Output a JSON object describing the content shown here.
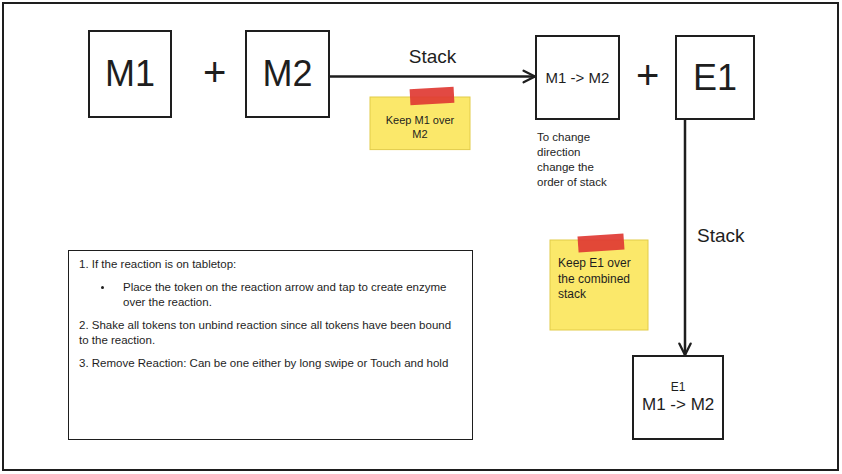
{
  "diagram": {
    "nodes": [
      {
        "text": [
          "M1"
        ]
      },
      {
        "text": [
          "M2"
        ]
      },
      {
        "text": [
          "Keep M1 over M2"
        ]
      },
      {
        "text": [
          "M1 -> M2"
        ]
      },
      {
        "text": [
          "E1"
        ]
      },
      {
        "text": [
          "1. If the reaction is on tabletop:",
          "Place the token on the reaction arrow and tap to create enzyme over the reaction.",
          "2. Shake all tokens ton unbind reaction since all tokens have been bound to the reaction.",
          "3. Remove Reaction: Can be one either by long swipe or Touch and hold"
        ]
      },
      {
        "text": [
          "Keep E1 over the combined stack"
        ]
      },
      {
        "text": [
          "E1",
          "M1 -> M2"
        ]
      }
    ],
    "edges": [
      {
        "from": 1,
        "to": 3,
        "label": "Stack",
        "arrow": "to"
      },
      {
        "from": 4,
        "to": 7,
        "label": "Stack",
        "arrow": "to"
      }
    ],
    "labels": [
      "+",
      "+",
      "To change direction change the order of stack"
    ]
  }
}
